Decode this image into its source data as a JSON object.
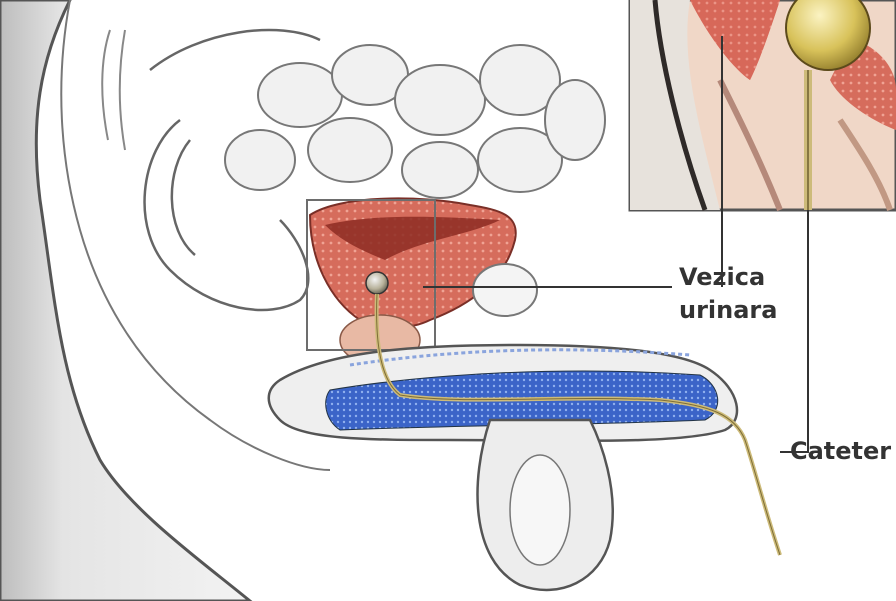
{
  "labels": {
    "bladder_line1": "Vezica",
    "bladder_line2": "urinara",
    "catheter": "Cateter"
  },
  "colors": {
    "outline": "#4a4a4a",
    "skin_shade": "#d6d6d6",
    "bladder_red": "#c8574b",
    "bladder_pink": "#e69a8c",
    "urethra_blue": "#3b64c8",
    "catheter_tan": "#cdbb7a",
    "balloon_yellow": "#d8c25a"
  }
}
